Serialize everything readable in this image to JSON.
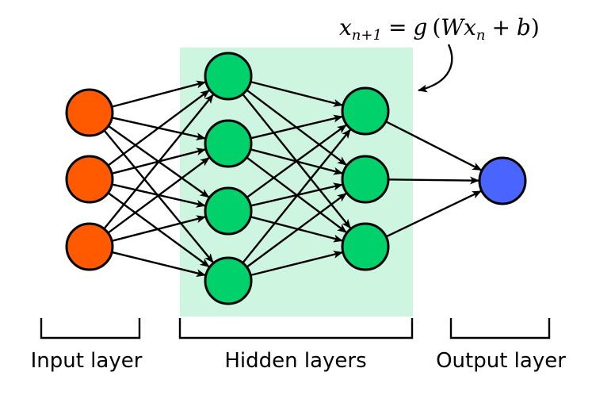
{
  "formula": {
    "x": "x",
    "sub_n1": "n+1",
    "equals": "=",
    "g": "g",
    "open_paren": "(",
    "W": "W",
    "x2": "x",
    "sub_n": "n",
    "plus": "+",
    "b": "b",
    "close_paren": ")"
  },
  "labels": {
    "input": "Input layer",
    "hidden": "Hidden layers",
    "output": "Output layer"
  },
  "colors": {
    "input_node": "#ff5a00",
    "hidden_node": "#00d16a",
    "output_node": "#4a64ff",
    "hidden_background": "#cdf5df",
    "edge": "#000000"
  },
  "network": {
    "layers": [
      {
        "role": "input",
        "nodes": 3
      },
      {
        "role": "hidden",
        "nodes": 4
      },
      {
        "role": "hidden",
        "nodes": 3
      },
      {
        "role": "output",
        "nodes": 1
      }
    ]
  }
}
